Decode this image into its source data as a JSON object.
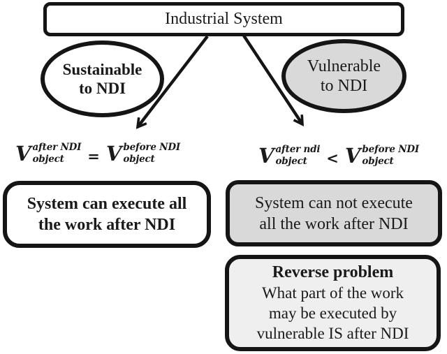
{
  "colors": {
    "outline": "#151515",
    "gray_fill": "#d9d9d9",
    "light_gray_fill": "#efefef",
    "background": "#ffffff",
    "text": "#1a1a1a"
  },
  "root_box": {
    "label": "Industrial System"
  },
  "left_branch": {
    "ellipse_line1": "Sustainable",
    "ellipse_line2": "to NDI",
    "formula": {
      "lhs_base": "V",
      "lhs_sup": "after NDI",
      "lhs_sub": "object",
      "operator": "=",
      "rhs_base": "V",
      "rhs_sup": "before NDI",
      "rhs_sub": "object"
    },
    "outcome_line1": "System can execute all",
    "outcome_line2": "the work after NDI"
  },
  "right_branch": {
    "ellipse_line1": "Vulnerable",
    "ellipse_line2": "to NDI",
    "formula": {
      "lhs_base": "V",
      "lhs_sup": "after ndi",
      "lhs_sub": "object",
      "operator": "<",
      "rhs_base": "V",
      "rhs_sup": "before NDI",
      "rhs_sub": "object"
    },
    "outcome_line1": "System can not execute",
    "outcome_line2": "all the work after NDI",
    "reverse_problem": {
      "title": "Reverse problem",
      "line1": "What part of the work",
      "line2": "may be executed by",
      "line3": "vulnerable IS after NDI"
    }
  }
}
